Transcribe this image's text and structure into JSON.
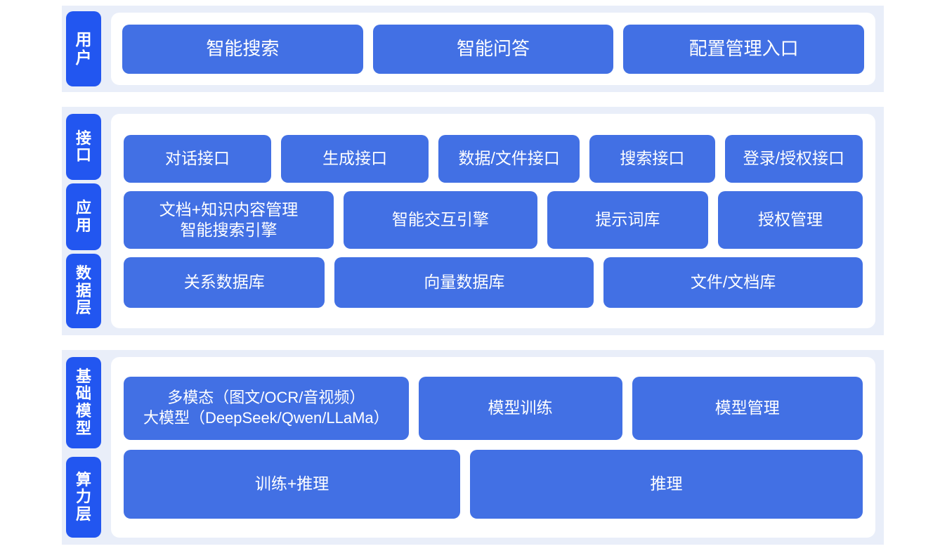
{
  "colors": {
    "section_bg": "#e9eef9",
    "panel_bg": "#ffffff",
    "rail_tab": "#2256f0",
    "card": "#4270e4",
    "card_text": "#ffffff",
    "page_bg": "#ffffff"
  },
  "sections": [
    {
      "id": "user",
      "labels": [
        {
          "text": "用户"
        }
      ],
      "rows": [
        {
          "id": "user-entries",
          "cards": [
            {
              "label": "智能搜索",
              "flex": 1
            },
            {
              "label": "智能问答",
              "flex": 1
            },
            {
              "label": "配置管理入口",
              "flex": 1
            }
          ]
        }
      ]
    },
    {
      "id": "mid",
      "labels": [
        {
          "text": "接口"
        },
        {
          "text": "应用"
        },
        {
          "text": "数据层"
        }
      ],
      "rows": [
        {
          "id": "api-row",
          "cards": [
            {
              "label": "对话接口",
              "flex": 2.1
            },
            {
              "label": "生成接口",
              "flex": 2.1
            },
            {
              "label": "数据/文件接口",
              "flex": 2.0
            },
            {
              "label": "搜索接口",
              "flex": 1.75
            },
            {
              "label": "登录/授权接口",
              "flex": 1.95
            }
          ]
        },
        {
          "id": "app-row",
          "cards": [
            {
              "label": "文档+知识内容管理\n智能搜索引擎",
              "flex": 3.0,
              "multiline": true
            },
            {
              "label": "智能交互引擎",
              "flex": 2.75
            },
            {
              "label": "提示词库",
              "flex": 2.25
            },
            {
              "label": "授权管理",
              "flex": 2.0
            }
          ]
        },
        {
          "id": "data-row",
          "cards": [
            {
              "label": "关系数据库",
              "flex": 2.75
            },
            {
              "label": "向量数据库",
              "flex": 3.6
            },
            {
              "label": "文件/文档库",
              "flex": 3.6
            }
          ]
        }
      ]
    },
    {
      "id": "base",
      "labels": [
        {
          "text": "基础模型"
        },
        {
          "text": "算力层"
        }
      ],
      "rows": [
        {
          "id": "models-row",
          "cards": [
            {
              "label": "多模态（图文/OCR/音视频）\n大模型（DeepSeek/Qwen/LLaMa）",
              "flex": 4.0,
              "multiline": true
            },
            {
              "label": "模型训练",
              "flex": 2.8
            },
            {
              "label": "模型管理",
              "flex": 3.2
            }
          ]
        },
        {
          "id": "compute-row",
          "cards": [
            {
              "label": "训练+推理",
              "flex": 4.6
            },
            {
              "label": "推理",
              "flex": 5.4
            }
          ]
        }
      ]
    }
  ]
}
